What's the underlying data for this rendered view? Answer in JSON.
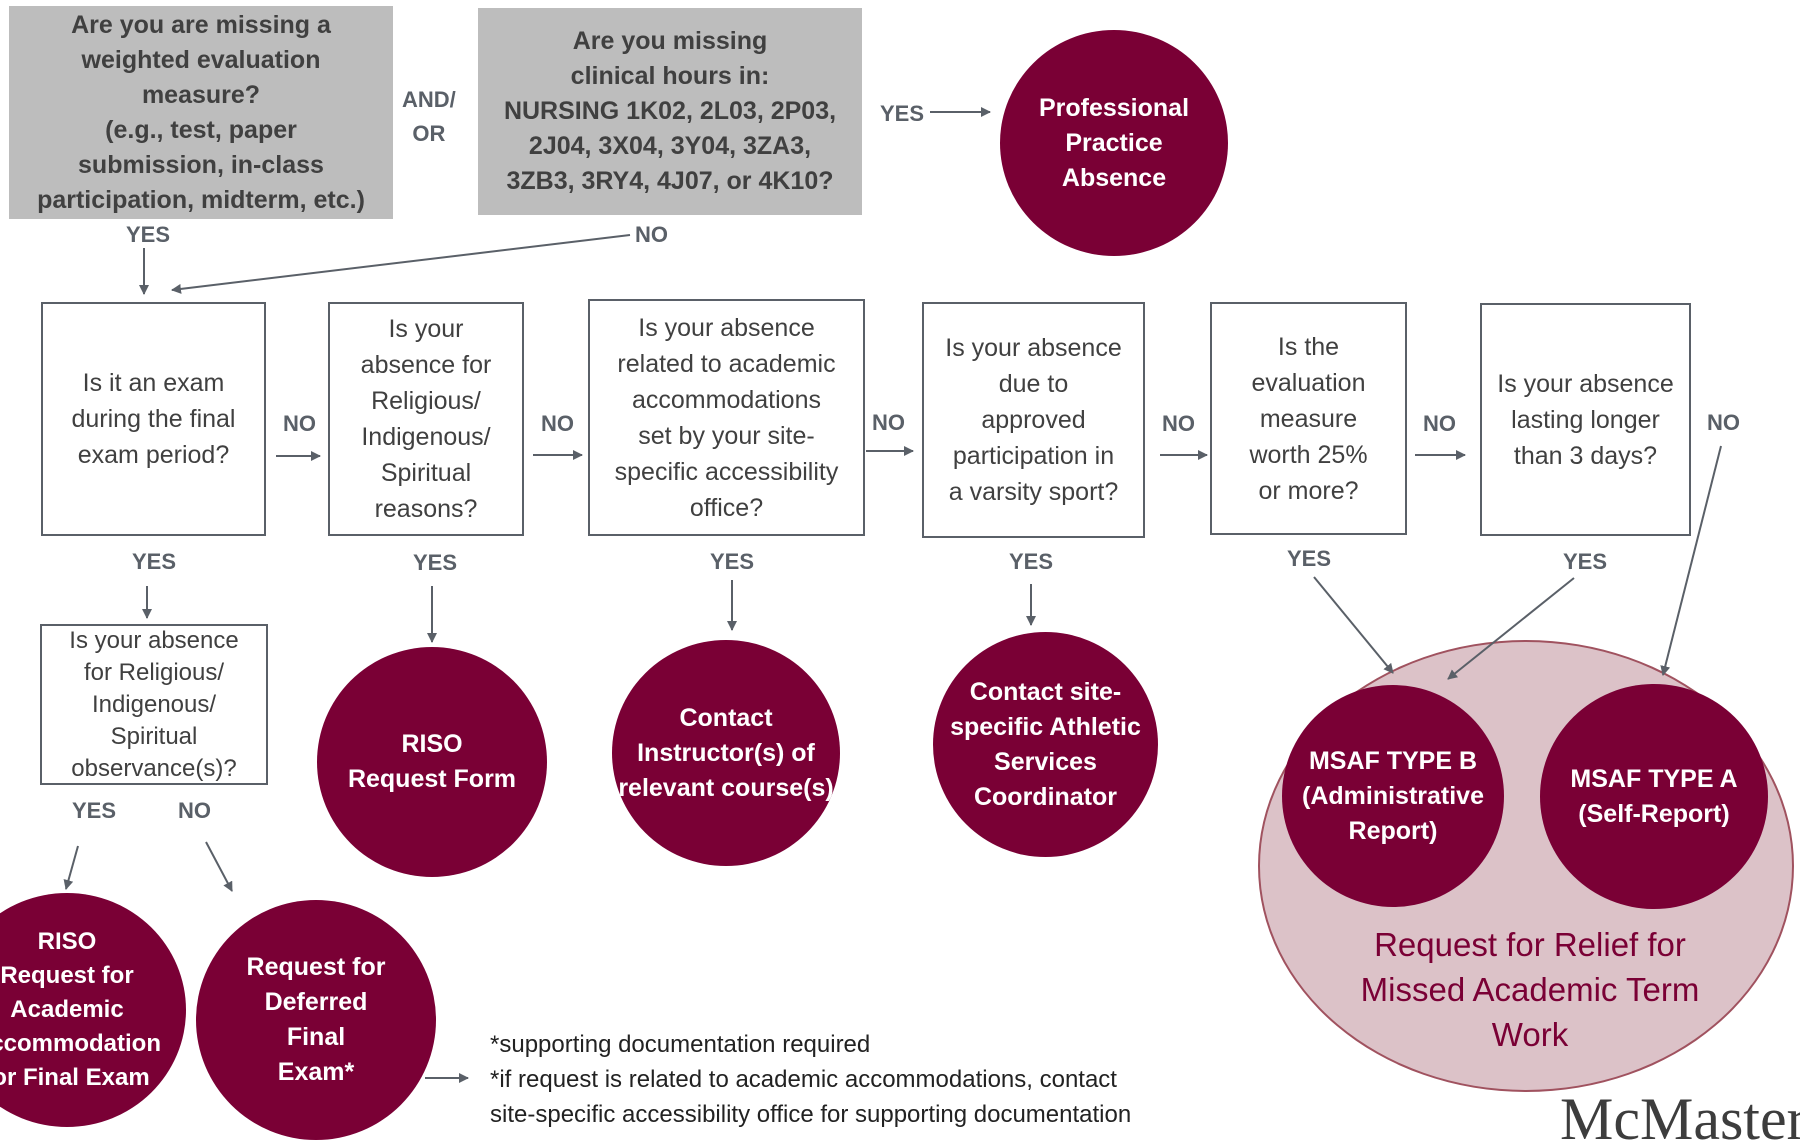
{
  "nodes": {
    "missing_measure": "Are you are missing a\nweighted evaluation\nmeasure?\n(e.g., test, paper\nsubmission, in-class\nparticipation, midterm, etc.)",
    "missing_clinical": "Are you missing\nclinical hours in:\nNURSING 1K02, 2L03, 2P03,\n2J04, 3X04, 3Y04, 3ZA3,\n3ZB3, 3RY4, 4J07, or 4K10?",
    "professional_practice": "Professional\nPractice\nAbsence",
    "q_final_exam": "Is it an exam\nduring the final\nexam period?",
    "q_religious": "Is your\nabsence for\nReligious/\nIndigenous/\nSpiritual\nreasons?",
    "q_accommodations": "Is your absence\nrelated to academic\naccommodations\nset by your site-\nspecific accessibility\noffice?",
    "q_varsity": "Is your absence\ndue to\napproved\nparticipation in\na varsity sport?",
    "q_worth": "Is the\nevaluation\nmeasure\nworth 25%\nor more?",
    "q_longer": "Is your absence\nlasting longer\nthan 3 days?",
    "q_observance": "Is your absence\nfor Religious/\nIndigenous/\nSpiritual\nobservance(s)?",
    "riso_form": "RISO\nRequest Form",
    "contact_instructor": "Contact\nInstructor(s) of\nrelevant course(s)",
    "contact_athletic": "Contact site-\nspecific Athletic\nServices\nCoordinator",
    "msaf_b": "MSAF TYPE B\n(Administrative\nReport)",
    "msaf_a": "MSAF TYPE A\n(Self-Report)",
    "riso_final": "RISO\nRequest for\nAcademic\nAccommodation\nfor Final Exam",
    "deferred": "Request for\nDeferred\nFinal\nExam*"
  },
  "labels": {
    "and_or": "AND/\nOR",
    "yes": "YES",
    "no": "NO"
  },
  "group_label": "Request for Relief for\nMissed Academic Term\nWork",
  "footnotes": [
    "*supporting documentation required",
    "*if request is related to academic accommodations, contact",
    "site-specific accessibility office for supporting documentation"
  ],
  "logo": "McMaster",
  "colors": {
    "maroon": "#7a0035",
    "grey_box": "#bdbdbd",
    "arrow": "#5a6068"
  }
}
